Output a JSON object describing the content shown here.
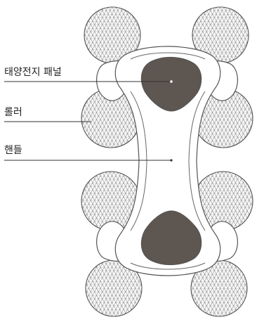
{
  "colors": {
    "outline": "#555555",
    "panel": "#5e5650",
    "mesh": "#8a8a8a",
    "label": "#222222"
  },
  "callouts": [
    {
      "id": "solar-panel",
      "label": "태양전지 패널"
    },
    {
      "id": "roller",
      "label": "롤러"
    },
    {
      "id": "handle",
      "label": "핸들"
    }
  ]
}
